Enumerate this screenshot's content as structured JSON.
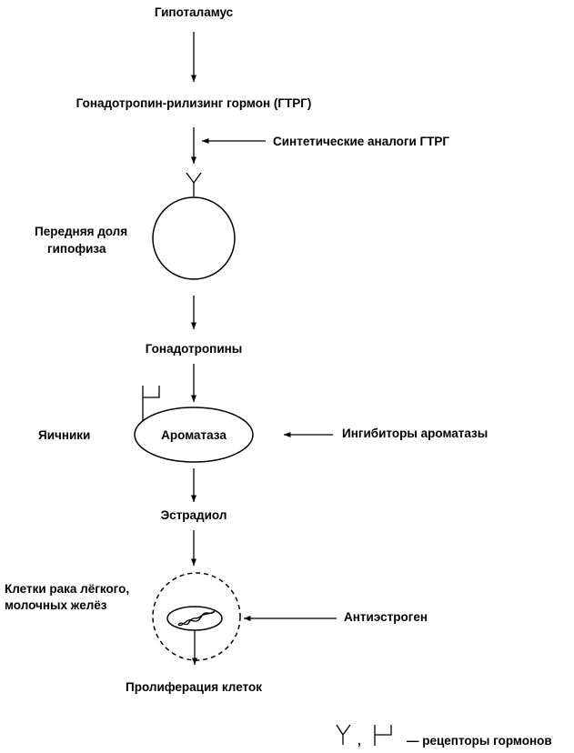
{
  "diagram": {
    "hypothalamus": "Гипоталамус",
    "gnrh": "Гонадотропин-рилизинг гормон (ГТРГ)",
    "gnrh_analogs": "Синтетические аналоги ГТРГ",
    "pituitary_line1": "Передняя доля",
    "pituitary_line2": "гипофиза",
    "gonadotropins": "Гонадотропины",
    "ovaries": "Яичники",
    "aromatase": "Ароматаза",
    "aromatase_inhibitors": "Ингибиторы ароматазы",
    "estradiol": "Эстрадиол",
    "cancer_cells_line1": "Клетки рака лёгкого,",
    "cancer_cells_line2": "молочных желёз",
    "antiestrogen": "Антиэстроген",
    "proliferation": "Пролиферация клеток"
  },
  "legend": {
    "separator": ",",
    "label": "— рецепторы гормонов"
  },
  "colors": {
    "ink": "#000000",
    "background": "#ffffff"
  }
}
